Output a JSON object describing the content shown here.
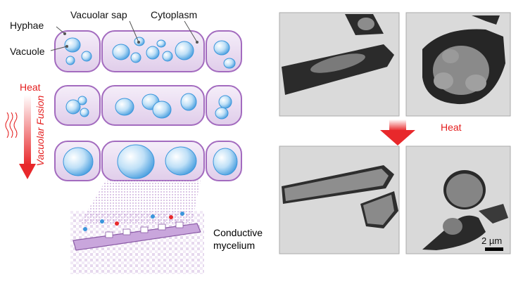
{
  "labels": {
    "hyphae": "Hyphae",
    "vacuole": "Vacuole",
    "vacuolar_sap": "Vacuolar sap",
    "cytoplasm": "Cytoplasm",
    "heat_left": "Heat",
    "vacuolar_fusion": "Vacuolar Fusion",
    "conductive_line1": "Conductive",
    "conductive_line2": "mycelium",
    "heat_right": "Heat",
    "scale_bar": "2 µm"
  },
  "colors": {
    "cell_fill": "#eadcf1",
    "cell_border": "#a36bbf",
    "vacuole_blue": "#4aa6e6",
    "arrow_red": "#e8282b",
    "em_background": "#d9d9d9",
    "em_dark": "#2a2a2a"
  },
  "panels": {
    "schematic_rows": 3,
    "micrographs": [
      "before-heat-hypha",
      "before-heat-round-cell",
      "after-heat-hypha",
      "after-heat-round-cell"
    ]
  }
}
